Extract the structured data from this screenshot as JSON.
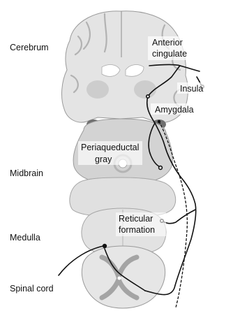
{
  "region_labels": {
    "cerebrum": "Cerebrum",
    "midbrain": "Midbrain",
    "medulla": "Medulla",
    "spinal_cord": "Spinal cord"
  },
  "structure_labels": {
    "anterior_cingulate_line1": "Anterior",
    "anterior_cingulate_line2": "cingulate",
    "insula": "Insula",
    "amygdala": "Amygdala",
    "periaqueductal_gray_line1": "Periaqueductal",
    "periaqueductal_gray_line2": "gray",
    "reticular_formation_line1": "Reticular",
    "reticular_formation_line2": "formation"
  },
  "colors": {
    "tissue_light": "#e4e4e4",
    "tissue_mid": "#c9c9c9",
    "tissue_dark": "#9a9a9a",
    "ventricle": "#ffffff",
    "pathway": "#111111"
  }
}
